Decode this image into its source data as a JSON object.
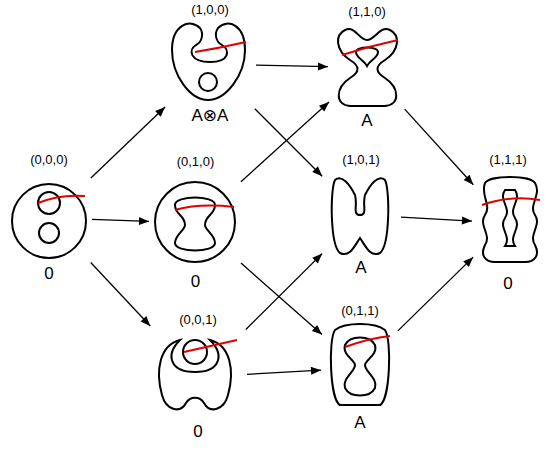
{
  "diagram": {
    "nodes": [
      {
        "text": [
          "(0,0,0)",
          "0"
        ]
      },
      {
        "text": [
          "(1,0,0)",
          "A⊗A"
        ]
      },
      {
        "text": [
          "(0,1,0)",
          "0"
        ]
      },
      {
        "text": [
          "(0,0,1)",
          "0"
        ]
      },
      {
        "text": [
          "(1,1,0)",
          "A"
        ]
      },
      {
        "text": [
          "(1,0,1)",
          "A"
        ]
      },
      {
        "text": [
          "(0,1,1)",
          "A"
        ]
      },
      {
        "text": [
          "(1,1,1)",
          "0"
        ]
      }
    ],
    "edges": [
      {
        "from": 0,
        "to": 1,
        "arrow": "to"
      },
      {
        "from": 0,
        "to": 2,
        "arrow": "to"
      },
      {
        "from": 0,
        "to": 3,
        "arrow": "to"
      },
      {
        "from": 1,
        "to": 4,
        "arrow": "to"
      },
      {
        "from": 1,
        "to": 5,
        "arrow": "to"
      },
      {
        "from": 2,
        "to": 4,
        "arrow": "to"
      },
      {
        "from": 2,
        "to": 6,
        "arrow": "to"
      },
      {
        "from": 3,
        "to": 5,
        "arrow": "to"
      },
      {
        "from": 3,
        "to": 6,
        "arrow": "to"
      },
      {
        "from": 4,
        "to": 7,
        "arrow": "to"
      },
      {
        "from": 5,
        "to": 7,
        "arrow": "to"
      },
      {
        "from": 6,
        "to": 7,
        "arrow": "to"
      }
    ]
  }
}
